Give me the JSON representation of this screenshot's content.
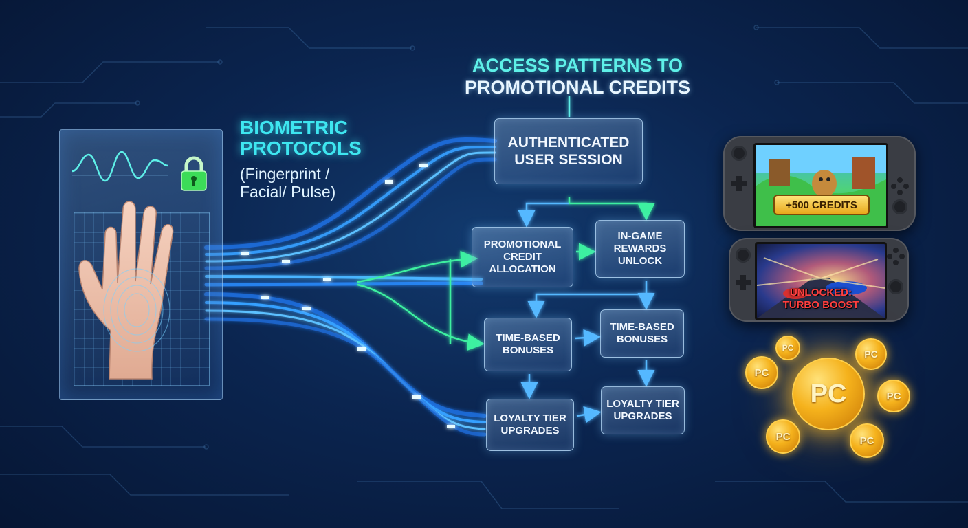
{
  "header": {
    "title_line1": "ACCESS PATTERNS TO",
    "title_line2": "PROMOTIONAL CREDITS"
  },
  "biometric": {
    "line1": "BIOMETRIC",
    "line2": "PROTOCOLS",
    "line3": "(Fingerprint /",
    "line4": "Facial/ Pulse)"
  },
  "nodes": {
    "session": "AUTHENTICATED\nUSER SESSION",
    "credit_allocation": "PROMOTIONAL\nCREDIT\nALLOCATION",
    "ingame_rewards": "IN-GAME\nREWARDS\nUNLOCK",
    "time_bonuses_1": "TIME-BASED\nBONUSES",
    "time_bonuses_2": "TIME-BASED\nBONUSES",
    "loyalty_1": "LOYALTY TIER\nUPGRADES",
    "loyalty_2": "LOYALTY TIER\nUPGRADES"
  },
  "console_1": {
    "banner": "+500 CREDITS"
  },
  "console_2": {
    "line1": "UNLOCKED:",
    "line2": "TURBO BOOST"
  },
  "coins": {
    "label": "PC"
  },
  "colors": {
    "accent_cyan": "#3ee6f0",
    "accent_green": "#3cf0a0",
    "stream_blue": "#2a8cff",
    "coin_gold": "#f5b21c"
  },
  "icons": [
    "padlock-icon",
    "palm-scan-icon",
    "waveform-icon"
  ]
}
